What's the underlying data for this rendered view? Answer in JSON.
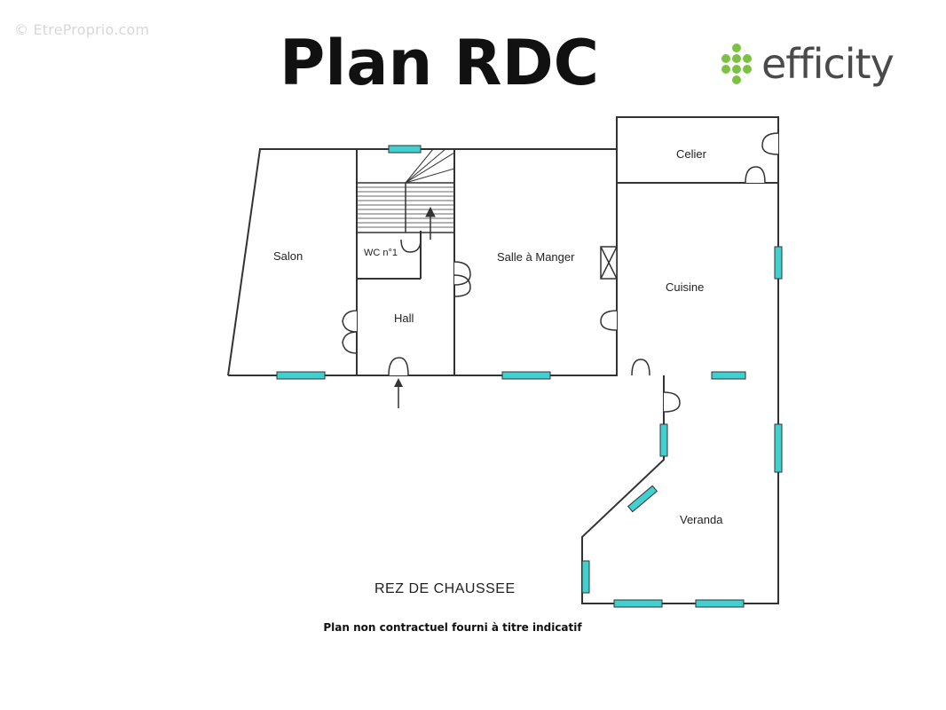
{
  "watermark": "© EtreProprio.com",
  "title": "Plan RDC",
  "logo": {
    "brand": "efficity",
    "dot_color": "#7cc242",
    "text_color": "#4a4a4a"
  },
  "plan": {
    "level_label": "REZ DE CHAUSSEE",
    "rooms": {
      "salon": "Salon",
      "wc": "WC n°1",
      "hall": "Hall",
      "salle_a_manger": "Salle à Manger",
      "cellier": "Celier",
      "cuisine": "Cuisine",
      "veranda": "Veranda"
    },
    "window_color": "#40d0d0",
    "wall_color": "#333333"
  },
  "disclaimer": "Plan non contractuel fourni à titre indicatif"
}
